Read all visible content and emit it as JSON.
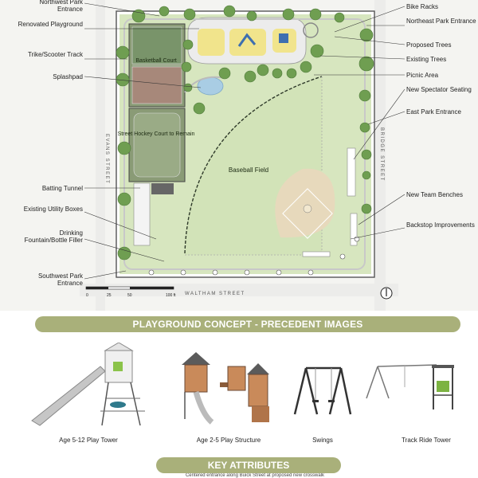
{
  "map": {
    "streets": {
      "west": "EVANS STREET",
      "east": "BRIDGE STREET",
      "south": "WALTHAM STREET"
    },
    "areas": {
      "basketball": "Basketball Court",
      "hockey": "Street Hockey Court to Remain",
      "baseball": "Baseball Field"
    },
    "scale_ticks": [
      "0",
      "25",
      "50",
      "100 ft"
    ],
    "labels_left": [
      "Northwest Park Entrance",
      "Renovated Playground",
      "Trike/Scooter Track",
      "Splashpad",
      "Batting Tunnel",
      "Existing Utility Boxes",
      "Drinking Fountain/Bottle Filler",
      "Southwest Park Entrance"
    ],
    "labels_right": [
      "Bike Racks",
      "Northeast Park Entrance",
      "Proposed Trees",
      "Existing Trees",
      "Picnic Area",
      "New Spectator Seating",
      "East Park Entrance",
      "New Team Benches",
      "Backstop Improvements"
    ]
  },
  "section1": {
    "title": "PLAYGROUND CONCEPT - PRECEDENT IMAGES",
    "items": [
      {
        "caption": "Age 5-12 Play Tower",
        "icon": "play-tower-icon"
      },
      {
        "caption": "Age 2-5 Play Structure",
        "icon": "play-structure-icon"
      },
      {
        "caption": "Swings",
        "icon": "swings-icon"
      },
      {
        "caption": "Track Ride Tower",
        "icon": "track-ride-icon"
      }
    ]
  },
  "section2": {
    "title": "KEY ATTRIBUTES",
    "text": "Centered entrance along Buick Street at proposed new crosswalk"
  },
  "colors": {
    "grass": "#d7e6bf",
    "court": "#8a9b76",
    "infield": "#e7d9bc",
    "tree": "#6f9e51",
    "banner": "#a9b07a"
  }
}
